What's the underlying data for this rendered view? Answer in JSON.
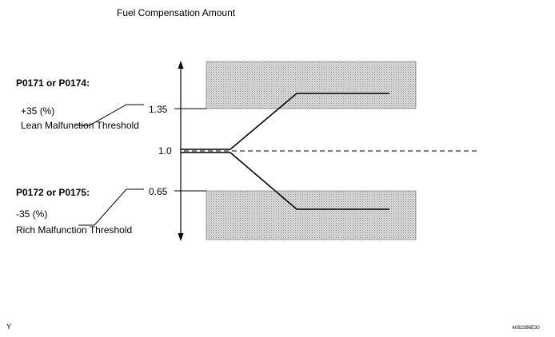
{
  "title": "Fuel Compensation Amount",
  "lean": {
    "codes": "P0171 or P0174:",
    "percent": "+35 (%)",
    "threshold_label": "Lean Malfunction Threshold",
    "level": "1.35"
  },
  "baseline": {
    "level": "1.0"
  },
  "rich": {
    "codes": "P0172 or P0175:",
    "percent": "-35 (%)",
    "threshold_label": "Rich Malfunction Threshold",
    "level": "0.65"
  },
  "footer": {
    "left_mark": "Y",
    "figure_id": "A082386E30"
  },
  "colors": {
    "line": "#000000",
    "shaded_zone": "#c8c8c8",
    "background": "#ffffff"
  }
}
